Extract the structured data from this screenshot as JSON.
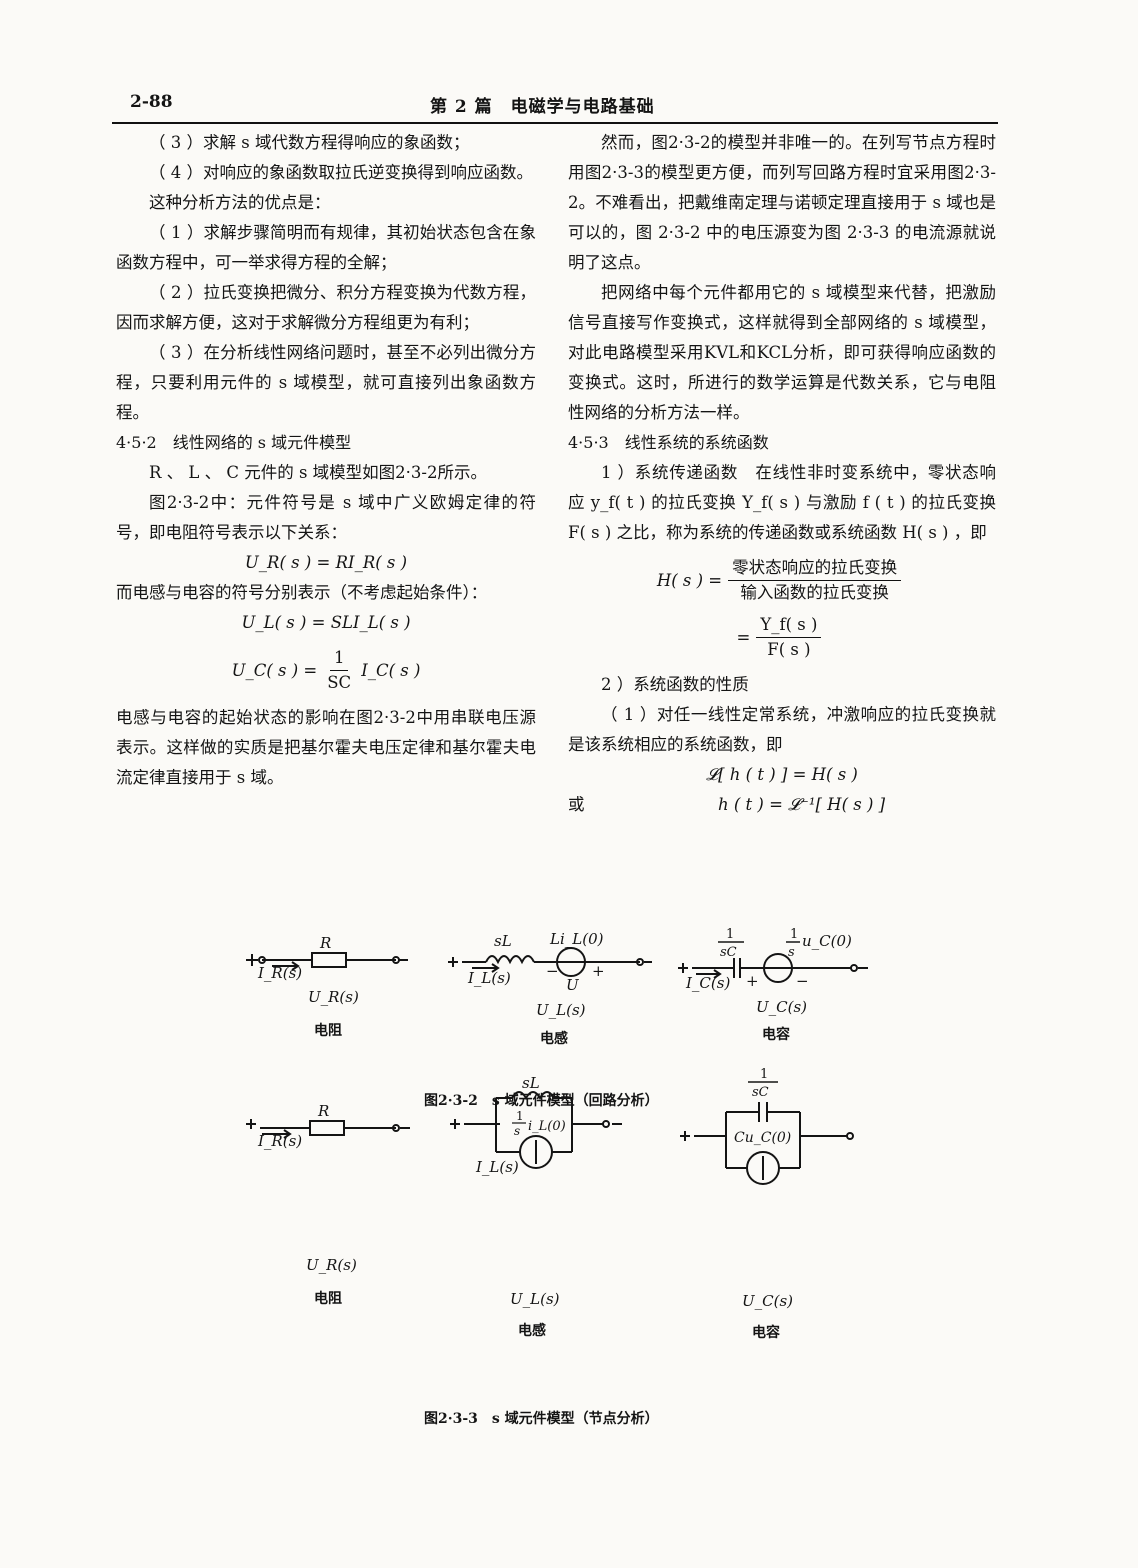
{
  "header": {
    "page_number": "2-88",
    "title": "第 2 篇　电磁学与电路基础"
  },
  "left": {
    "p1": "（ 3 ）求解 s 域代数方程得响应的象函数；",
    "p2": "（ 4 ）对响应的象函数取拉氏逆变换得到响应函数。",
    "p3": "这种分析方法的优点是：",
    "p4": "（ 1 ）求解步骤简明而有规律，其初始状态包含在象函数方程中，可一举求得方程的全解；",
    "p5": "（ 2 ）拉氏变换把微分、积分方程变换为代数方程，因而求解方便，这对于求解微分方程组更为有利；",
    "p6": "（ 3 ）在分析线性网络问题时，甚至不必列出微分方程，只要利用元件的 s 域模型，就可直接列出象函数方程。",
    "sec": "4·5·2　线性网络的 s 域元件模型",
    "p7": "R 、 L 、 C 元件的 s 域模型如图2·3-2所示。",
    "p8": "图2·3-2中：元件符号是 s 域中广义欧姆定律的符号，即电阻符号表示以下关系：",
    "eq1": "U_R( s ) = RI_R( s )",
    "p9": "而电感与电容的符号分别表示（不考虑起始条件）：",
    "eq2": "U_L( s ) = SLI_L( s )",
    "eq3_lhs": "U_C( s ) =",
    "eq3_num": "1",
    "eq3_den": "SC",
    "eq3_rhs": "I_C( s )",
    "p10": "电感与电容的起始状态的影响在图2·3-2中用串联电压源表示。这样做的实质是把基尔霍夫电压定律和基尔霍夫电流定律直接用于 s 域。"
  },
  "right": {
    "p1": "然而，图2·3-2的模型并非唯一的。在列写节点方程时用图2·3-3的模型更方便，而列写回路方程时宜采用图2·3-2。不难看出，把戴维南定理与诺顿定理直接用于 s 域也是可以的，图 2·3-2 中的电压源变为图 2·3-3 的电流源就说明了这点。",
    "p2": "把网络中每个元件都用它的 s 域模型来代替，把激励信号直接写作变换式，这样就得到全部网络的 s 域模型，对此电路模型采用KVL和KCL分析，即可获得响应函数的变换式。这时，所进行的数学运算是代数关系，它与电阻性网络的分析方法一样。",
    "sec": "4·5·3　线性系统的系统函数",
    "p3": "1 ）系统传递函数　在线性非时变系统中，零状态响应 y_f( t ) 的拉氏变换 Y_f( s ) 与激励 f ( t ) 的拉氏变换 F( s ) 之比，称为系统的传递函数或系统函数 H( s ) ，即",
    "h_lhs": "H( s ) =",
    "h_num": "零状态响应的拉氏变换",
    "h_den": "输入函数的拉氏变换",
    "h2_eq": "=",
    "h2_num": "Y_f( s )",
    "h2_den": "F( s )",
    "sub": "2 ）系统函数的性质",
    "p4": "（ 1 ）对任一线性定常系统，冲激响应的拉氏变换就是该系统相应的系统函数，即",
    "eq5": "𝓛[ h ( t ) ] = H( s )",
    "or": "或",
    "eq6": "h ( t ) = 𝓛⁻¹[ H( s ) ]"
  },
  "fig1": {
    "caption": "图2·3-2　s 域元件模型（回路分析）",
    "resistor": {
      "R": "R",
      "current": "I_R(s)",
      "voltage": "U_R(s)",
      "name": "电阻"
    },
    "inductor": {
      "sL": "sL",
      "source": "Li_L(0)",
      "current": "I_L(s)",
      "U": "U",
      "voltage": "U_L(s)",
      "name": "电感"
    },
    "capacitor": {
      "imp_num": "1",
      "imp_den": "sC",
      "src_num": "1",
      "src_den": "s",
      "src_rest": "u_C(0)",
      "current": "I_C(s)",
      "voltage": "U_C(s)",
      "name": "电容"
    }
  },
  "fig2": {
    "caption": "图2·3-3　s 域元件模型（节点分析）",
    "resistor": {
      "R": "R",
      "current": "I_R(s)",
      "voltage": "U_R(s)",
      "name": "电阻"
    },
    "inductor": {
      "sL": "sL",
      "src_num": "1",
      "src_den": "s",
      "src_rest": "i_L(0)",
      "current": "I_L(s)",
      "voltage": "U_L(s)",
      "name": "电感"
    },
    "capacitor": {
      "imp_num": "1",
      "imp_den": "sC",
      "source": "Cu_C(0)",
      "voltage": "U_C(s)",
      "name": "电容"
    }
  }
}
